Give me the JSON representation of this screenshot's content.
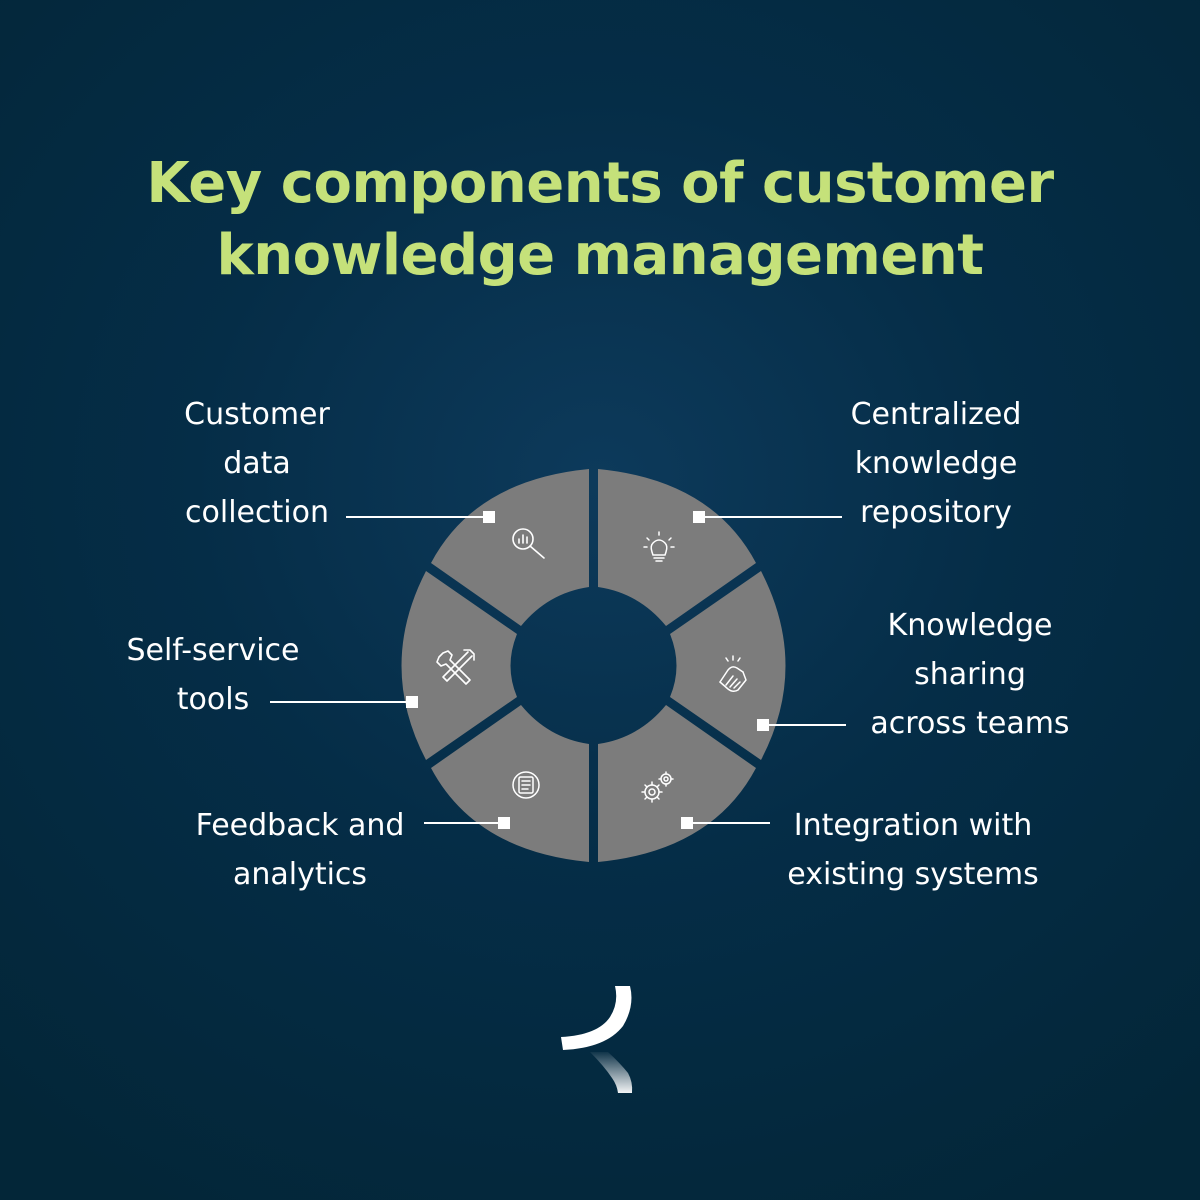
{
  "title": [
    "Key components of customer",
    "knowledge management"
  ],
  "segments": [
    {
      "id": "tl",
      "icon": "magnifier-chart-icon",
      "label": [
        "Customer",
        "data",
        "collection"
      ]
    },
    {
      "id": "tr",
      "icon": "lightbulb-icon",
      "label": [
        "Centralized",
        "knowledge",
        "repository"
      ]
    },
    {
      "id": "mr",
      "icon": "handshake-icon",
      "label": [
        "Knowledge",
        "sharing",
        "across teams"
      ]
    },
    {
      "id": "br",
      "icon": "gears-icon",
      "label": [
        "Integration with",
        "existing systems"
      ]
    },
    {
      "id": "bl",
      "icon": "feedback-document-icon",
      "label": [
        "Feedback and",
        "analytics"
      ]
    },
    {
      "id": "ml",
      "icon": "tools-icon",
      "label": [
        "Self-service",
        "tools"
      ]
    }
  ],
  "colors": {
    "background": "#052d47",
    "title": "#c5e17a",
    "segment": "#7c7c7c",
    "text": "#ffffff"
  },
  "logo": "brand-logo"
}
